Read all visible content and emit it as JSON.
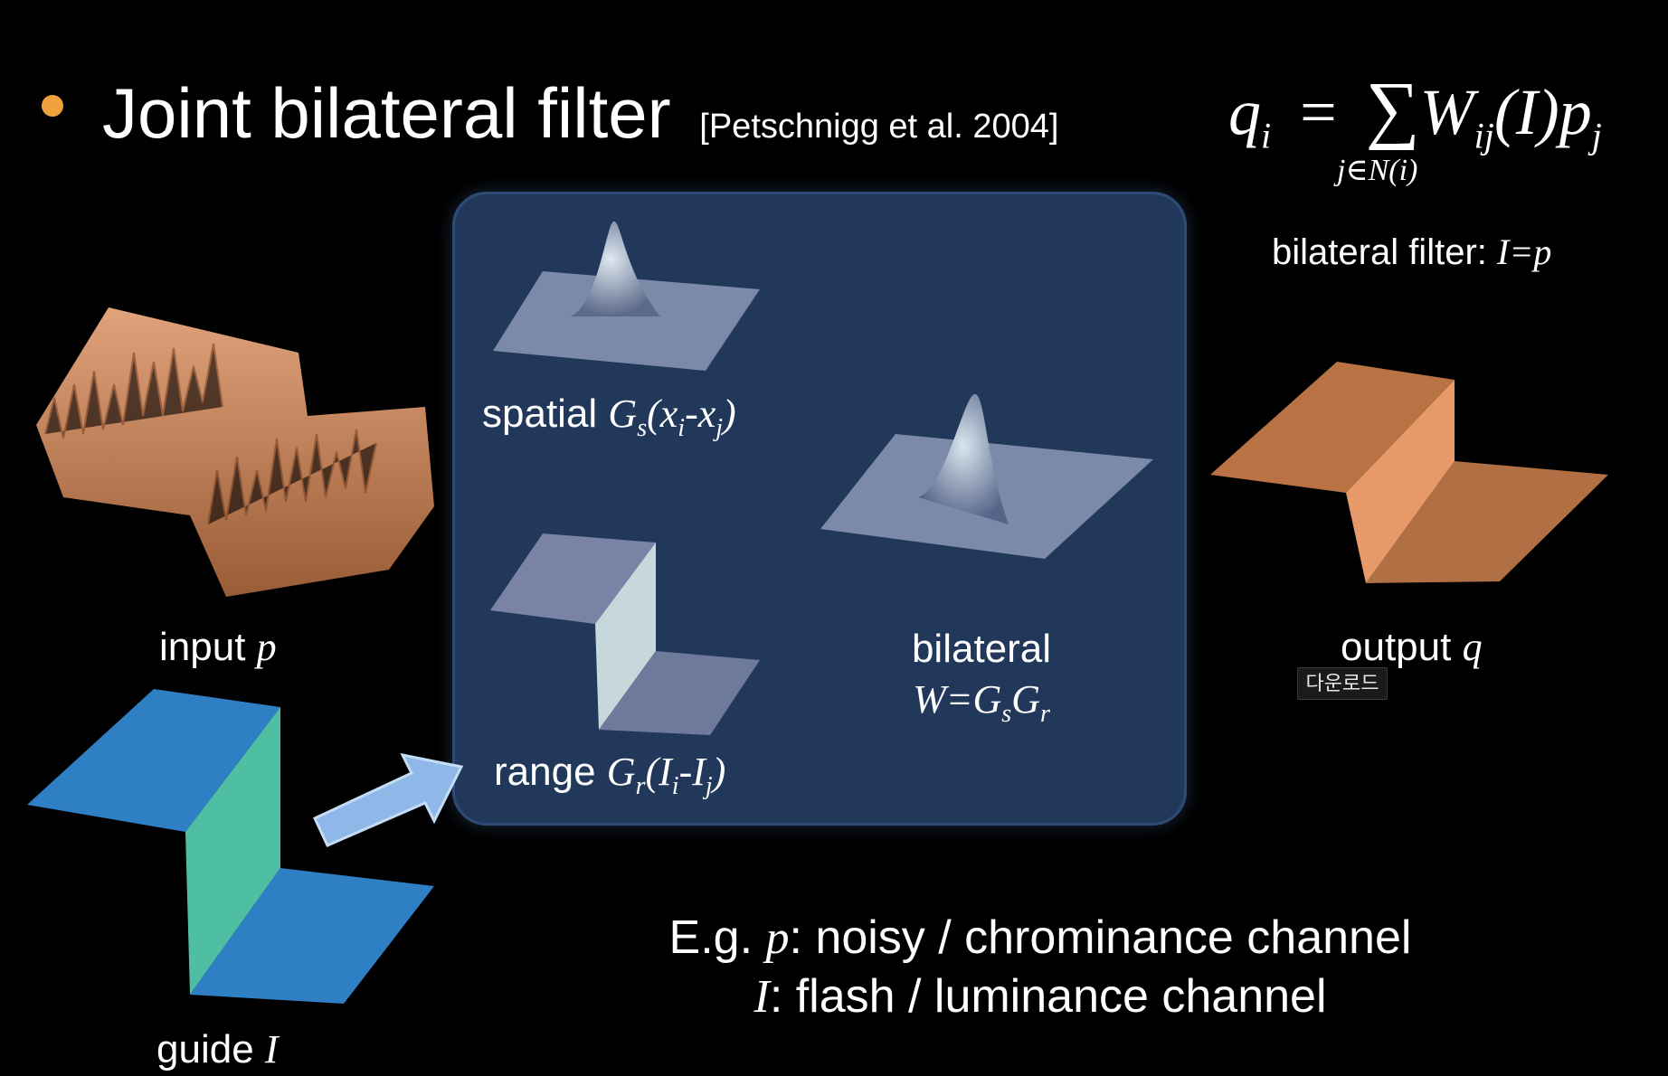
{
  "slide": {
    "title": "Joint bilateral filter",
    "citation": "[Petschnigg et al. 2004]",
    "formula": {
      "lhs": "q",
      "lhs_sub": "i",
      "equals": "=",
      "sum": "∑",
      "w": "W",
      "w_sub": "ij",
      "middle": "(I)p",
      "p_sub": "j",
      "sum_range": "j∈N(i)"
    },
    "bilateral_note": {
      "text": "bilateral filter:",
      "eq": "I=p"
    },
    "labels": {
      "input": {
        "text": "input",
        "var": "p"
      },
      "guide": {
        "text": "guide",
        "var": "I"
      },
      "output": {
        "text": "output",
        "var": "q"
      },
      "spatial": {
        "text": "spatial",
        "g": "G",
        "g_sub": "s",
        "open": "(x",
        "i_sub": "i",
        "dash": "-x",
        "j_sub": "j",
        "close": ")"
      },
      "range": {
        "text": "range",
        "g": "G",
        "g_sub": "r",
        "open": "(I",
        "i_sub": "i",
        "dash": "-I",
        "j_sub": "j",
        "close": ")"
      },
      "bilateral": {
        "text": "bilateral",
        "w": "W=G",
        "s_sub": "s",
        "g": "G",
        "r_sub": "r"
      }
    },
    "download_badge": "다운로드",
    "example": {
      "line1_prefix": "E.g.",
      "line1_var": "p",
      "line1_rest": ": noisy / chrominance channel",
      "line2_var": "I",
      "line2_rest": ": flash / luminance channel"
    },
    "colors": {
      "background": "#000000",
      "bullet": "#f0a23c",
      "panel": "#21385a",
      "input_surface": "#c98458",
      "output_surface": "#b87244",
      "guide_surface": "#2f7fc4",
      "guide_step": "#4fbfa4",
      "kernel_plane": "#7b8aa8",
      "arrow": "#8fb8e8"
    }
  }
}
